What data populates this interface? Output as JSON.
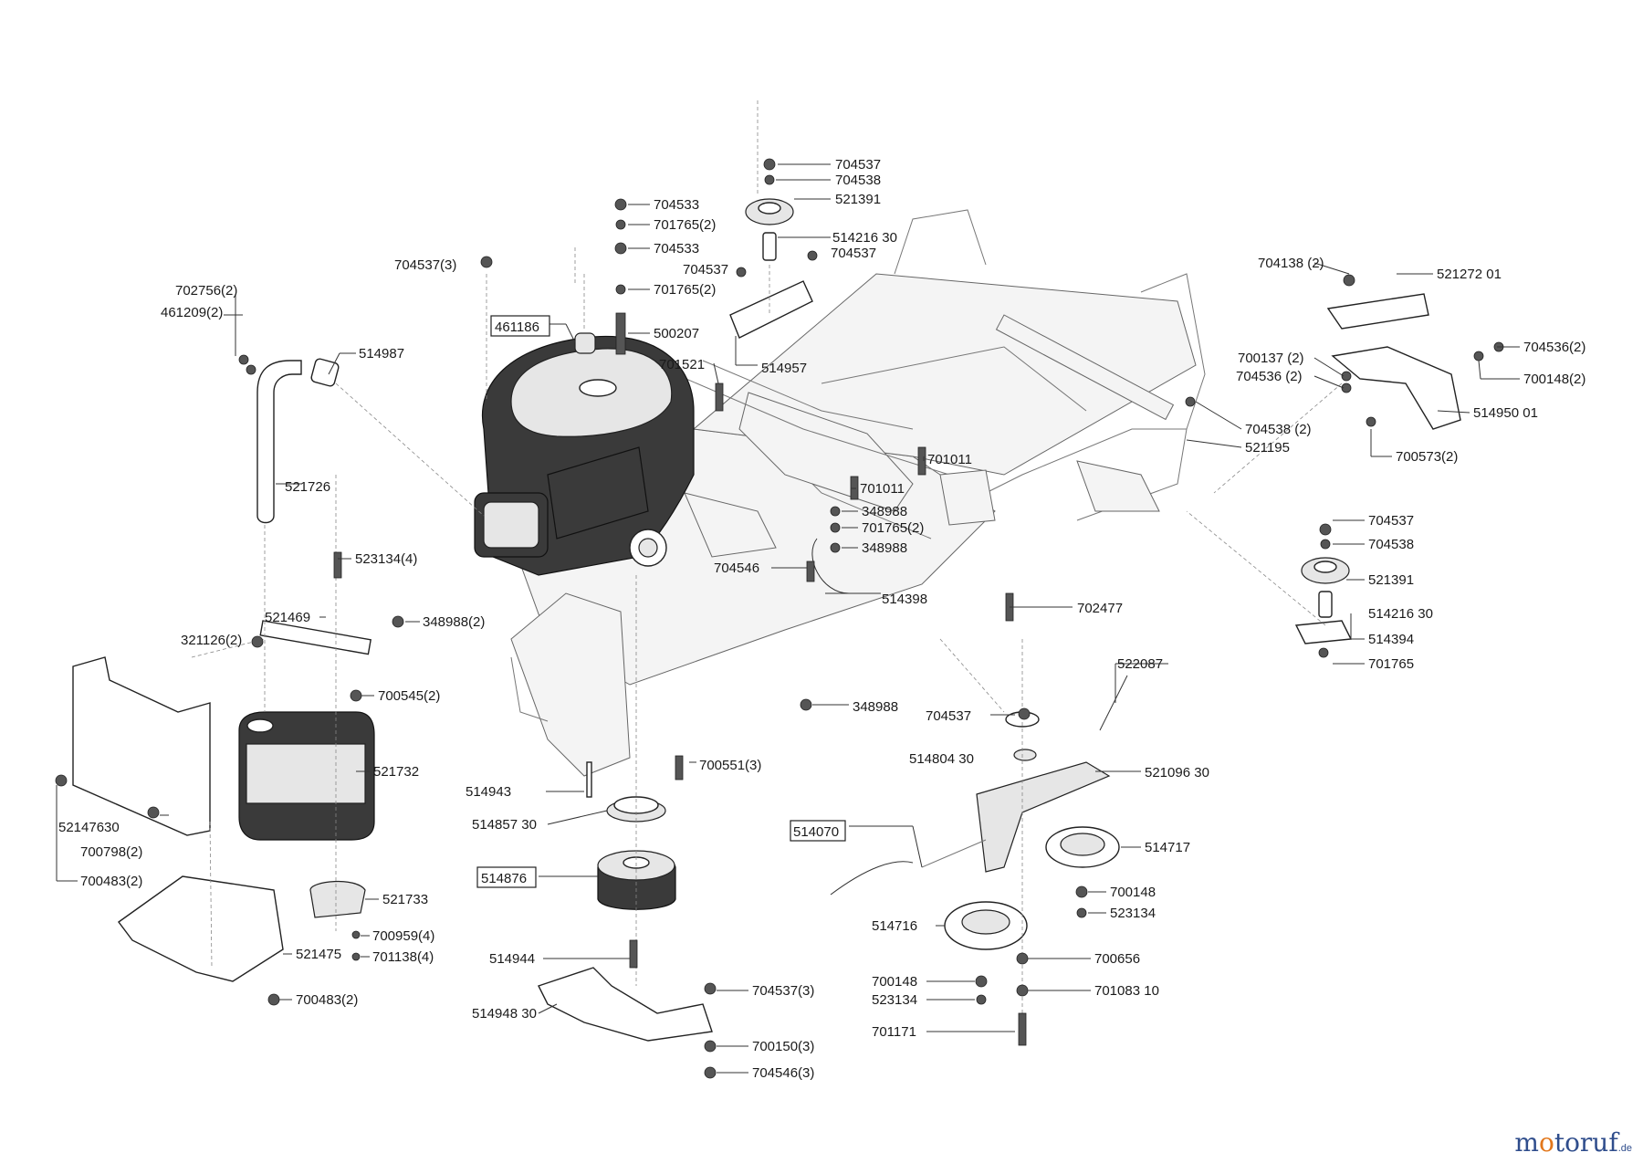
{
  "labels": [
    "704537",
    "704538",
    "521391",
    "704533",
    "701765(2)",
    "704533",
    "514216 30",
    "704537",
    "704537(3)",
    "704537",
    "701765(2)",
    "702756(2)",
    "461209(2)",
    "500207",
    "514987",
    "704138 (2)",
    "521272 01",
    "700137 (2)",
    "704536(2)",
    "704536 (2)",
    "700148(2)",
    "514957",
    "701521",
    "514950 01",
    "704538 (2)",
    "521195",
    "700573(2)",
    "701011",
    "521726",
    "701011",
    "348988",
    "701765(2)",
    "348988",
    "704537",
    "704538",
    "523134(4)",
    "704546",
    "514398",
    "521391",
    "702477",
    "514216 30",
    "521469",
    "348988(2)",
    "321126(2)",
    "514394",
    "701765",
    "522087",
    "700545(2)",
    "348988",
    "704537",
    "514804 30",
    "521732",
    "700551(3)",
    "514943",
    "521096 30",
    "52147630",
    "514857 30",
    "514717",
    "700798(2)",
    "700483(2)",
    "700148",
    "523134",
    "521733",
    "514716",
    "700959(4)",
    "701138(4)",
    "521475",
    "514944",
    "700656",
    "700148",
    "701083 10",
    "523134",
    "704537(3)",
    "514948 30",
    "700483(2)",
    "701171",
    "700150(3)",
    "704546(3)"
  ],
  "boxed_labels": [
    "461186",
    "514070",
    "514876"
  ],
  "watermark": {
    "brand": "motoruf",
    "tld": ".de",
    "brand_color": "#2f4d8c",
    "accent_color": "#e2771b"
  }
}
